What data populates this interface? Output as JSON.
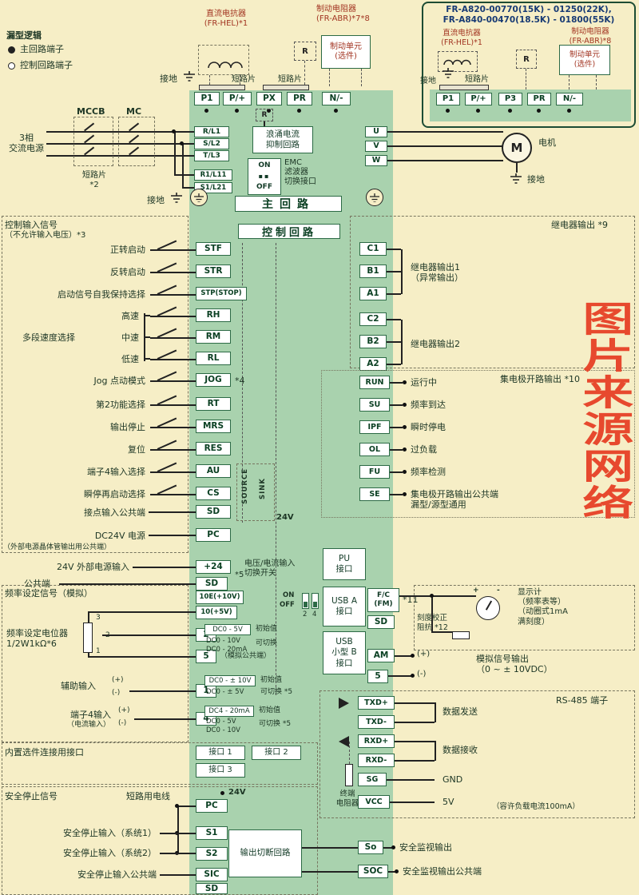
{
  "watermark": "图片来源网络",
  "legend": {
    "title": "漏型逻辑",
    "item1": "主回路端子",
    "item2": "控制回路端子"
  },
  "top": {
    "dc_reactor": "直流电抗器\n(FR-HEL)*1",
    "ground": "接地",
    "short1": "短路片",
    "short2": "短路片",
    "brake_resistor": "制动电阻器\n(FR-ABR)*7*8",
    "r": "R",
    "brake_unit": "制动单元\n(选件)",
    "terminals": [
      "P1",
      "P/+",
      "PX",
      "PR",
      "N/-"
    ]
  },
  "inset": {
    "line1": "FR-A820-00770(15K) - 01250(22K),",
    "line2": "FR-A840-00470(18.5K) - 01800(55K)",
    "dc_reactor": "直流电抗器\n(FR-HEL)*1",
    "brake_resistor": "制动电阻器\n(FR-ABR)*8",
    "brake_unit": "制动单元\n(选件)",
    "ground": "接地",
    "short": "短路片",
    "r": "R",
    "terminals": [
      "P1",
      "P/+",
      "P3",
      "PR",
      "N/-"
    ]
  },
  "main": {
    "power": "3相\n交流电源",
    "mccb": "MCCB",
    "mc": "MC",
    "short2": "短路片\n*2",
    "in_terms": [
      "R/L1",
      "S/L2",
      "T/L3"
    ],
    "ctrl_terms": [
      "R1/L11",
      "S1/L21"
    ],
    "ground_l": "接地",
    "surge_r": "R",
    "surge": "浪涌电流\n抑制回路",
    "emc_on": "ON",
    "emc_off": "OFF",
    "emc": "EMC\n滤波器\n切换接口",
    "header": "主回路",
    "out_terms": [
      "U",
      "V",
      "W"
    ],
    "motor": "M",
    "motor_label": "电机",
    "motor_ground": "接地"
  },
  "control": {
    "header": "控制回路",
    "title1": "控制输入信号",
    "title2": "（不允许输入电压）*3",
    "rows": [
      {
        "label": "正转启动",
        "term": "STF"
      },
      {
        "label": "反转启动",
        "term": "STR"
      },
      {
        "label": "启动信号自我保持选择",
        "term": "STP(STOP)"
      },
      {
        "label": "高速",
        "term": "RH"
      },
      {
        "label": "中速",
        "term": "RM"
      },
      {
        "label": "低速",
        "term": "RL"
      },
      {
        "label": "Jog 点动模式",
        "term": "JOG",
        "note": "*4"
      },
      {
        "label": "第2功能选择",
        "term": "RT"
      },
      {
        "label": "输出停止",
        "term": "MRS"
      },
      {
        "label": "复位",
        "term": "RES"
      },
      {
        "label": "端子4输入选择",
        "term": "AU"
      },
      {
        "label": "瞬停再启动选择",
        "term": "CS"
      },
      {
        "label": "接点输入公共端",
        "term": "SD"
      },
      {
        "label": "DC24V 电源",
        "term": "PC"
      }
    ],
    "multi_speed": "多段速度选择",
    "pc_note": "（外部电源晶体管输出用公共端）",
    "source": "SOURCE",
    "sink": "SINK",
    "v24": "24V"
  },
  "relay": {
    "title": "继电器输出 *9",
    "terms1": [
      "C1",
      "B1",
      "A1"
    ],
    "label1": "继电器输出1\n（异常输出）",
    "terms2": [
      "C2",
      "B2",
      "A2"
    ],
    "label2": "继电器输出2"
  },
  "collector": {
    "title": "集电极开路输出 *10",
    "rows": [
      {
        "term": "RUN",
        "label": "运行中"
      },
      {
        "term": "SU",
        "label": "频率到达"
      },
      {
        "term": "IPF",
        "label": "瞬时停电"
      },
      {
        "term": "OL",
        "label": "过负载"
      },
      {
        "term": "FU",
        "label": "频率检测"
      },
      {
        "term": "SE",
        "label": "集电极开路输出公共端\n漏型/源型通用"
      }
    ]
  },
  "ext24": {
    "label1": "24V 外部电源输入",
    "term1": "+24",
    "label2": "公共端",
    "term2": "SD",
    "note": "*5",
    "switch_label": "电压/电流输入\n切换开关"
  },
  "freq": {
    "title": "频率设定信号（模拟）",
    "t10e": "10E(+10V)",
    "t10": "10(+5V)",
    "t2": "2",
    "t5": "5",
    "t1": "1",
    "t4": "4",
    "dip_on": "ON",
    "dip_off": "OFF",
    "dip_2": "2",
    "dip_4": "4",
    "pot": "频率设定电位器\n1/2W1kΩ*6",
    "pin3": "3",
    "pin2": "2",
    "pin1": "1",
    "analog_common": "（模拟公共端）",
    "box1_main": "DC0 - 5V",
    "box1_l2": "DC0 - 10V",
    "box1_l3": "DC0 - 20mA",
    "box1_init": "初始值",
    "box1_sw": "可切换",
    "aux": "辅助输入",
    "aux_p": "(+)",
    "aux_m": "(-)",
    "box2_main": "DC0 - ± 10V",
    "box2_l2": "DC0 - ± 5V",
    "box2_init": "初始值",
    "box2_sw": "可切换 *5",
    "term4": "端子4输入",
    "term4_p": "(+)",
    "term4_m": "(-)",
    "term4_note": "（电流输入）",
    "box3_main": "DC4 - 20mA",
    "box3_l2": "DC0 - 5V",
    "box3_l3": "DC0 - 10V",
    "box3_init": "初始值",
    "box3_sw": "可切换 *5"
  },
  "interfaces": {
    "pu": "PU\n接口",
    "usba": "USB A\n接口",
    "usbb": "USB\n小型 B\n接口"
  },
  "fm": {
    "fc": "F/C\n(FM)",
    "note": "*11",
    "sd": "SD",
    "am": "AM",
    "five": "5",
    "cal": "刻度校正\n阻抗 *12",
    "plus": "+",
    "minus": "-",
    "meter": "显示计\n（频率表等）\n（动圈式1mA\n满刻度）",
    "out_plus": "(+)",
    "out_minus": "(-)",
    "analog_out": "模拟信号输出\n（0 ~ ± 10VDC）"
  },
  "rs485": {
    "title": "RS-485 端子",
    "t1": "TXD+",
    "t2": "TXD-",
    "t3": "RXD+",
    "t4": "RXD-",
    "t5": "SG",
    "t6": "VCC",
    "tx_label": "数据发送",
    "rx_label": "数据接收",
    "gnd_label": "GND",
    "v5_label": "5V",
    "note": "（容许负载电流100mA）",
    "term_res": "终端\n电阻器"
  },
  "option": {
    "title": "内置选件连接用接口",
    "port1": "接口 1",
    "port2": "接口 2",
    "port3": "接口 3"
  },
  "safety": {
    "title": "安全停止信号",
    "jumper": "短路用电线",
    "v24": "24V",
    "pc": "PC",
    "row1": "安全停止输入（系统1）",
    "s1": "S1",
    "row2": "安全停止输入（系统2）",
    "s2": "S2",
    "row3": "安全停止输入公共端",
    "sic": "SIC",
    "sd": "SD",
    "shutoff": "输出切断回路",
    "so": "So",
    "so_label": "安全监视输出",
    "soc": "SOC",
    "soc_label": "安全监视输出公共端"
  }
}
